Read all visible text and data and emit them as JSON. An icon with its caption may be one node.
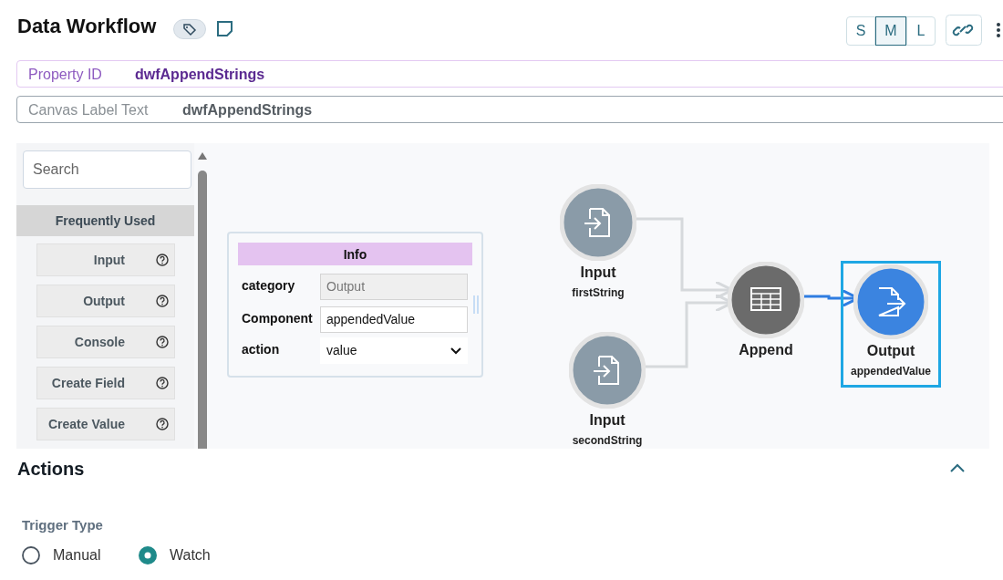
{
  "diagram": {
    "title": "Data Workflow",
    "nodes": [
      {
        "text": [
          "Input",
          "firstString"
        ]
      },
      {
        "text": [
          "Input",
          "secondString"
        ]
      },
      {
        "text": [
          "Append"
        ]
      },
      {
        "text": [
          "Output",
          "appendedValue"
        ]
      }
    ],
    "edges": [
      {
        "from": 0,
        "to": 2,
        "arrow": "to"
      },
      {
        "from": 1,
        "to": 2,
        "arrow": "to"
      },
      {
        "from": 2,
        "to": 3,
        "arrow": "to",
        "color": "#2f7de1"
      }
    ],
    "labels": [
      "S",
      "M",
      "L",
      "Property ID",
      "dwfAppendStrings",
      "Canvas Label Text",
      "dwfAppendStrings",
      "Search",
      "Frequently Used",
      "Input",
      "Output",
      "Console",
      "Create Field",
      "Create Value",
      "Info",
      "category",
      "Output",
      "Component",
      "appendedValue",
      "action",
      "value",
      "Actions",
      "Trigger Type",
      "Manual",
      "Watch"
    ]
  }
}
